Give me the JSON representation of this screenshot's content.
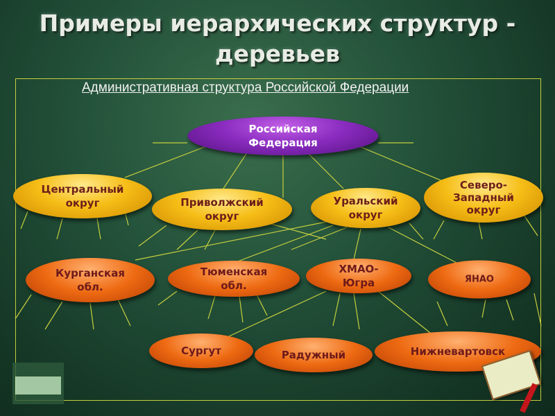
{
  "title": {
    "line1": "Примеры иерархических структур -",
    "line2": "деревьев"
  },
  "subtitle": "Административная структура Российской Федерации",
  "tree": {
    "root": {
      "line1": "Российская",
      "line2": "Федерация"
    },
    "districts": [
      {
        "line1": "Центральный",
        "line2": "округ"
      },
      {
        "line1": "Приволжский",
        "line2": "округ"
      },
      {
        "line1": "Уральский",
        "line2": "округ"
      },
      {
        "line1": "Северо-",
        "line2": "Западный",
        "line3": "округ"
      }
    ],
    "regions": [
      {
        "line1": "Курганская",
        "line2": "обл."
      },
      {
        "line1": "Тюменская",
        "line2": "обл."
      },
      {
        "line1": "ХМАО-",
        "line2": "Югра"
      },
      {
        "line1": "ЯНАО"
      }
    ],
    "cities": [
      "Сургут",
      "Радужный",
      "Нижневартовск"
    ]
  },
  "colors": {
    "frame": "#c7cf3e",
    "root": "#8a2cc0",
    "district": "#f6be17",
    "region": "#ee6a12"
  }
}
